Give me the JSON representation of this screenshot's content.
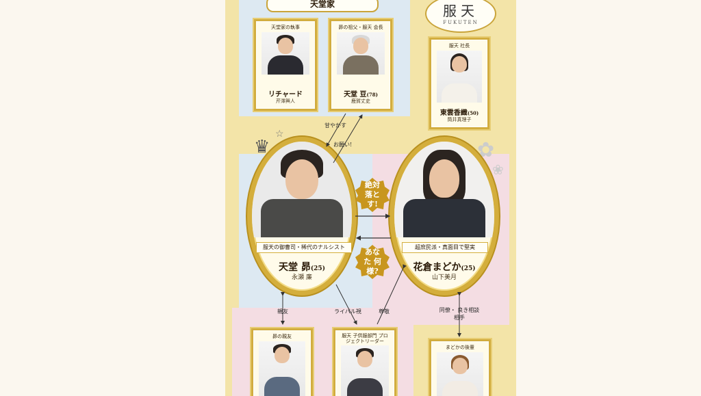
{
  "family_banner": "天堂家",
  "logo": {
    "main": "服天",
    "sub": "FUKUTEN"
  },
  "cards": {
    "richard": {
      "caption": "天堂家の執事",
      "name": "リチャード",
      "actor": "芹澤興人"
    },
    "mame": {
      "caption": "昴の祖父・服天 会長",
      "name": "天堂 豆",
      "age": "(78)",
      "actor": "鹿賀丈史"
    },
    "kaori": {
      "caption": "服天 社長",
      "name": "東雲香織",
      "age": "(50)",
      "actor": "筒井真理子"
    },
    "friend": {
      "caption": "昴の親友"
    },
    "leader": {
      "caption": "服天 子供服部門 プロジェクトリーダー"
    },
    "junior": {
      "caption": "まどかの後輩"
    }
  },
  "subaru": {
    "role": "服天の御曹司・稀代のナルシスト",
    "name": "天堂 昴",
    "age": "(25)",
    "actor": "永瀬 廉"
  },
  "madoka": {
    "role": "超庶民派・真面目で堅実",
    "name": "花倉まどか",
    "age": "(25)",
    "actor": "山下美月"
  },
  "badges": {
    "top": "絶対 落とす!",
    "bottom": "あなた 何様?"
  },
  "relations": {
    "amayakasu": "甘やかす",
    "onegai": "お願い!",
    "shinyu": "親友",
    "rival": "ライバル視",
    "sonkei": "尊敬",
    "douryo": "同僚・ 良き相談相手"
  }
}
